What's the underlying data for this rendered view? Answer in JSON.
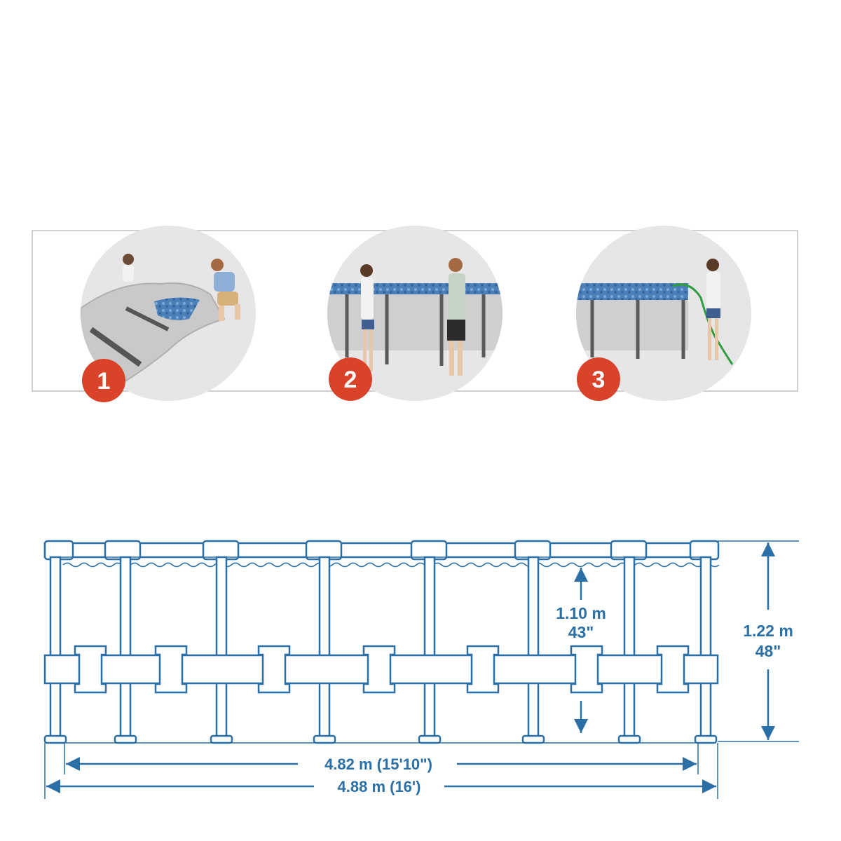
{
  "steps": [
    {
      "number": "1",
      "description": "two people unfolding grey pool liner on floor"
    },
    {
      "number": "2",
      "description": "two people holding assembled pool frame with liner"
    },
    {
      "number": "3",
      "description": "woman filling pool with green garden hose"
    }
  ],
  "dimensions": {
    "water_depth_m": "1.10 m",
    "water_depth_in": "43\"",
    "wall_height_m": "1.22 m",
    "wall_height_in": "48\"",
    "inner_diameter": "4.82 m (15'10\")",
    "outer_diameter": "4.88 m (16')"
  },
  "colors": {
    "line": "#2a6fa6",
    "fill": "#ffffff",
    "badge": "#d8432a",
    "circle_bg": "#e6e6e6",
    "liner": "#cfcfcf",
    "water": "#4a7fb8",
    "frame_legs": "#5a5a5a",
    "hose": "#2e9e3e"
  }
}
